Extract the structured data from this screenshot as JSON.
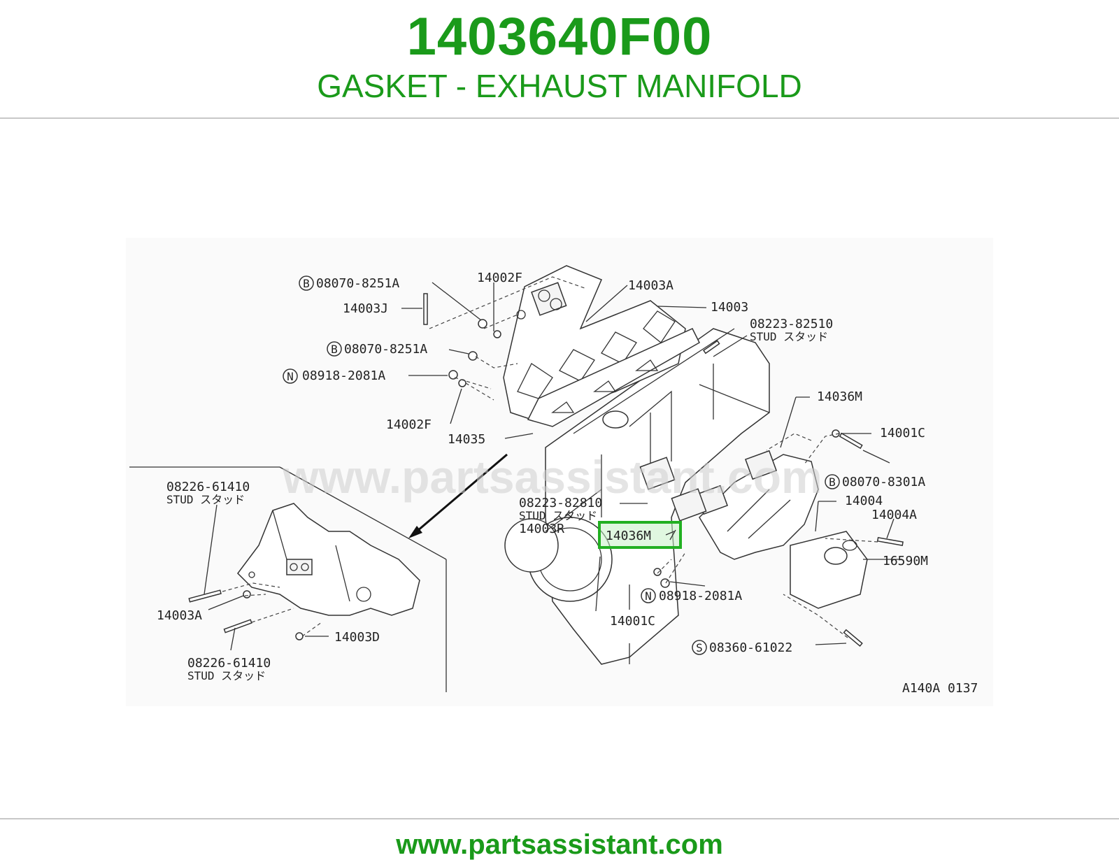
{
  "header": {
    "part_number": "1403640F00",
    "part_name": "GASKET - EXHAUST MANIFOLD"
  },
  "footer": {
    "url": "www.partsassistant.com"
  },
  "diagram": {
    "watermark": "www.partsassistant.com",
    "figure_code": "A140A 0137",
    "highlighted_label": "14036M",
    "highlight_color": "#22b022",
    "labels": {
      "l_080708251a_top": "08070-8251A",
      "l_14002f_top": "14002F",
      "l_14003a_top": "14003A",
      "l_14003": "14003",
      "l_14003j": "14003J",
      "l_0822382510": "08223-82510",
      "l_stud_1": "STUD スタッド",
      "l_080708251a_mid": "08070-8251A",
      "l_089182081a_top": "08918-2081A",
      "l_14036m_top": "14036M",
      "l_14002f_low": "14002F",
      "l_14035": "14035",
      "l_14001c_right": "14001C",
      "l_080708301a": "08070-8301A",
      "l_14004": "14004",
      "l_0822382810": "08223-82810",
      "l_stud_2": "STUD スタッド",
      "l_14003r": "14003R",
      "l_14004a": "14004A",
      "l_16590m": "16590M",
      "l_089182081a_low": "08918-2081A",
      "l_14001c_low": "14001C",
      "l_0836061022": "08360-61022",
      "l_0822661410_top": "08226-61410",
      "l_stud_3": "STUD スタッド",
      "l_14003a_left": "14003A",
      "l_14003d": "14003D",
      "l_0822661410_low": "08226-61410",
      "l_stud_4": "STUD スタッド"
    },
    "circle_letters": {
      "b1": "B",
      "b2": "B",
      "n1": "N",
      "b3": "B",
      "n2": "N",
      "s1": "S"
    }
  }
}
